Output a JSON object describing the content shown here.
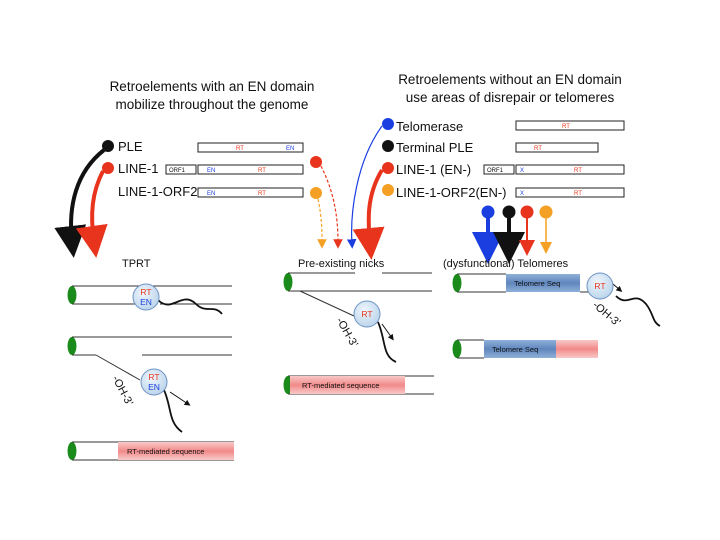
{
  "headers": {
    "left_line1": "Retroelements with an EN domain",
    "left_line2": "mobilize throughout the genome",
    "right_line1": "Retroelements without an EN domain",
    "right_line2": "use areas of disrepair or telomeres"
  },
  "left_elements": [
    "PLE",
    "LINE-1",
    "LINE-1-ORF2"
  ],
  "right_elements": [
    "Telomerase",
    "Terminal PLE",
    "LINE-1 (EN-)",
    "LINE-1-ORF2(EN-)"
  ],
  "domains": {
    "rt": "RT",
    "en": "EN",
    "orf1": "ORF1",
    "x": "X"
  },
  "sections": {
    "tprt": "TPRT",
    "nicks": "Pre-existing nicks",
    "telomeres": "(dysfunctional) Telomeres"
  },
  "labels": {
    "oh3": "-OH-3’",
    "rt_mediated": "RT-mediated sequence",
    "telomere_seq": "Telomere Seq"
  },
  "colors": {
    "ple": "#111111",
    "line1": "#e8341c",
    "orf2": "#f4a024",
    "telomerase": "#1a3ee0",
    "terminal_ple": "#111111",
    "telomere_blue": "#6f93c4",
    "rt_pink": "#f2a4a4",
    "end_green": "#1a8a1a",
    "enzyme_fill": "#cfe3f5"
  }
}
